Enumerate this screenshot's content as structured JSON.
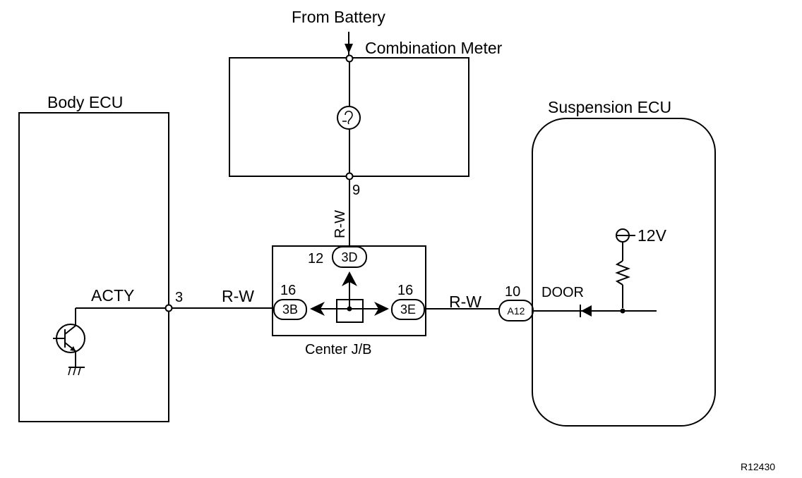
{
  "diagram": {
    "source_label": "From Battery",
    "combination_meter": {
      "title": "Combination Meter",
      "pin": "9"
    },
    "body_ecu": {
      "title": "Body ECU",
      "signal": "ACTY",
      "pin": "3"
    },
    "suspension_ecu": {
      "title": "Suspension ECU",
      "signal": "DOOR",
      "voltage": "12V",
      "connector": "A12",
      "pin": "10"
    },
    "center_jb": {
      "title": "Center J/B",
      "top": {
        "connector": "3D",
        "pin": "12"
      },
      "left": {
        "connector": "3B",
        "pin": "16"
      },
      "right": {
        "connector": "3E",
        "pin": "16"
      }
    },
    "wires": {
      "vertical": "R-W",
      "left": "R-W",
      "right": "R-W"
    },
    "figure_code": "R12430"
  }
}
